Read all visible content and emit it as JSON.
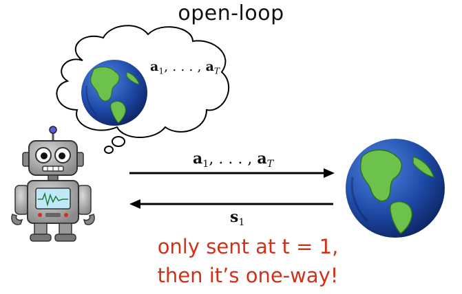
{
  "title": "open-loop",
  "thought_actions": {
    "bold": "a",
    "sub1": "1",
    "mid": ", . . . , ",
    "bold2": "a",
    "subT": "T"
  },
  "forward_arrow_label": {
    "bold": "a",
    "sub1": "1",
    "mid": ", . . . , ",
    "bold2": "a",
    "subT": "T"
  },
  "backward_arrow_label": {
    "bold": "s",
    "sub": "1"
  },
  "note": {
    "line1": "only sent at t = 1,",
    "line2": "then it’s one-way!"
  },
  "colors": {
    "note": "#d23019",
    "ocean": "#1f4aa8",
    "land": "#6cc24a",
    "robot_body": "#a9a9a9"
  }
}
